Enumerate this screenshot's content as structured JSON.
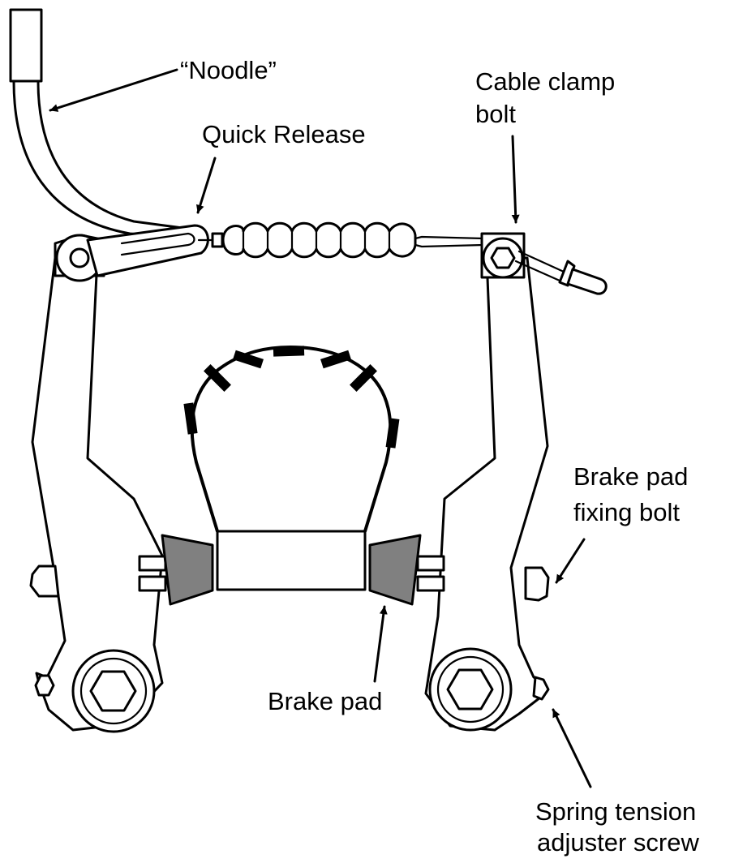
{
  "labels": {
    "noodle": "“Noodle”",
    "quick_release": "Quick Release",
    "cable_clamp_line1": "Cable clamp",
    "cable_clamp_line2": "bolt",
    "brake_pad_fixing_line1": "Brake pad",
    "brake_pad_fixing_line2": "fixing bolt",
    "brake_pad": "Brake pad",
    "spring_tension_line1": "Spring tension",
    "spring_tension_line2": "adjuster screw"
  },
  "colors": {
    "line": "#000000",
    "brake_pad_fill": "#808080",
    "background": "#ffffff"
  }
}
